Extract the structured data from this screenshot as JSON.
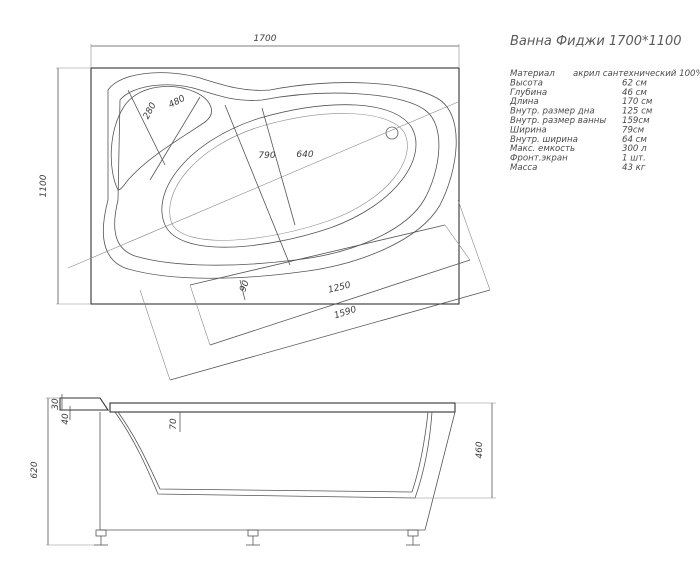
{
  "title": "Ванна Фиджи 1700*1100",
  "specs": [
    {
      "label": "Материал",
      "value": "акрил сантехнический 100%"
    },
    {
      "label": "Высота",
      "value": "62 см"
    },
    {
      "label": "Глубина",
      "value": "46 см"
    },
    {
      "label": "Длина",
      "value": "170 см"
    },
    {
      "label": "Внутр. размер дна",
      "value": "125 см"
    },
    {
      "label": "Внутр. размер ванны",
      "value": "159см"
    },
    {
      "label": "Ширина",
      "value": "79см"
    },
    {
      "label": "Внутр. ширина",
      "value": "64 см"
    },
    {
      "label": "Макс. емкость",
      "value": "300 л"
    },
    {
      "label": "Фронт.экран",
      "value": "1 шт."
    },
    {
      "label": "Масса",
      "value": "43 кг"
    }
  ],
  "top_view_dims": {
    "length": "1700",
    "width": "1100",
    "seat_1": "280",
    "seat_2": "480",
    "inner_width_1": "790",
    "inner_width_2": "640",
    "bottom": "1250",
    "inner_length": "1590",
    "offset": "90"
  },
  "side_view_dims": {
    "total_height": "620",
    "depth": "460",
    "rim_1": "30",
    "rim_2": "40",
    "drop": "70"
  }
}
